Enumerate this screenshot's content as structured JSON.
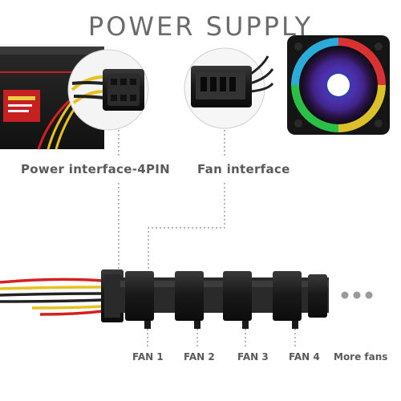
{
  "title": "POWER SUPPLY",
  "labels": {
    "power_interface": "Power interface-4PIN",
    "fan_interface": "Fan interface"
  },
  "fans": [
    "FAN 1",
    "FAN 2",
    "FAN 3",
    "FAN 4"
  ],
  "more_fans": "More fans",
  "colors": {
    "text": "#5a5a5a",
    "title": "#6b6b6b",
    "connector": "#1c1c1c",
    "wire_yellow": "#e8c020",
    "wire_red": "#d42020",
    "wire_black": "#222222",
    "psu_accent": "#c62020",
    "dotted_line": "#888888"
  },
  "icons": [
    "psu-photo",
    "molex-connector-photo",
    "rgb-fan-photo",
    "hub-cable-photo",
    "ellipsis-dots-icon"
  ]
}
